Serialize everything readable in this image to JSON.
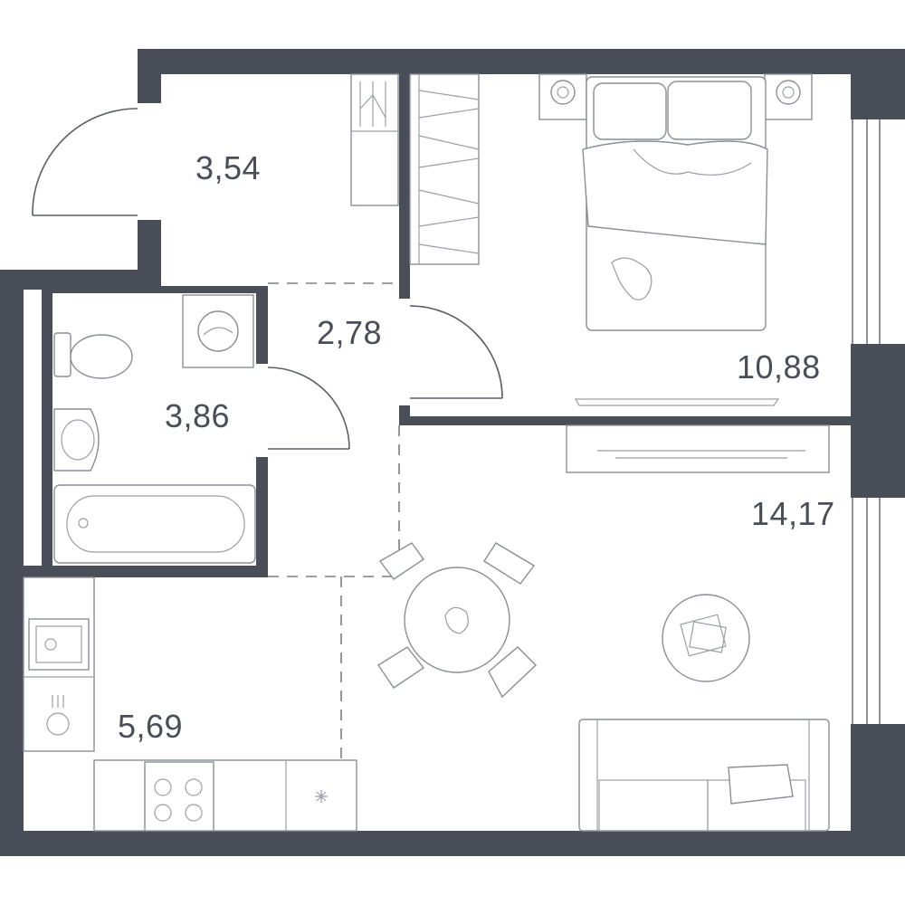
{
  "plan": {
    "colors": {
      "wall": "#4a4e58",
      "line": "#8a8e96",
      "background": "#ffffff"
    },
    "rooms": [
      {
        "id": "hall",
        "area": "3,54"
      },
      {
        "id": "corridor",
        "area": "2,78"
      },
      {
        "id": "bathroom",
        "area": "3,86"
      },
      {
        "id": "bedroom",
        "area": "10,88"
      },
      {
        "id": "living",
        "area": "14,17"
      },
      {
        "id": "kitchen",
        "area": "5,69"
      }
    ],
    "icons": [
      "bed-icon",
      "nightstand-icon",
      "wardrobe-icon",
      "tv-icon",
      "toilet-icon",
      "sink-icon",
      "bathtub-icon",
      "washing-machine-icon",
      "dining-table-icon",
      "chair-icon",
      "coffee-table-icon",
      "sofa-icon",
      "stove-icon",
      "kitchen-sink-icon",
      "door-icon",
      "window-icon"
    ]
  }
}
